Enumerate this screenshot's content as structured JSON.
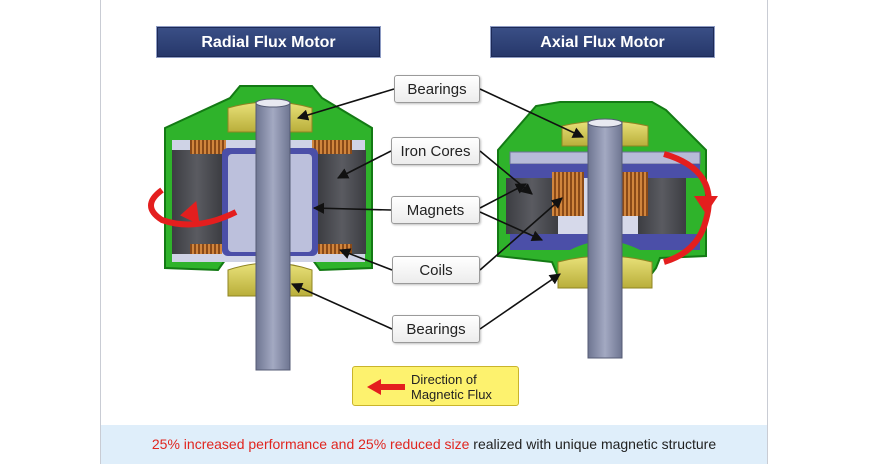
{
  "titles": {
    "radial": "Radial Flux Motor",
    "axial": "Axial Flux Motor"
  },
  "labels": {
    "bearings_top": "Bearings",
    "iron_cores": "Iron Cores",
    "magnets": "Magnets",
    "coils": "Coils",
    "bearings_bottom": "Bearings"
  },
  "legend": {
    "line1": "Direction of",
    "line2": "Magnetic Flux"
  },
  "footer": {
    "highlight": "25% increased performance and 25% reduced size",
    "rest": " realized with unique magnetic structure"
  },
  "colors": {
    "housing_green": "#2fb32b",
    "flux_red": "#e41e1e",
    "title_navy": "#2c3d74",
    "legend_yellow": "#fdf26e",
    "footer_bg": "#dfeefa"
  }
}
